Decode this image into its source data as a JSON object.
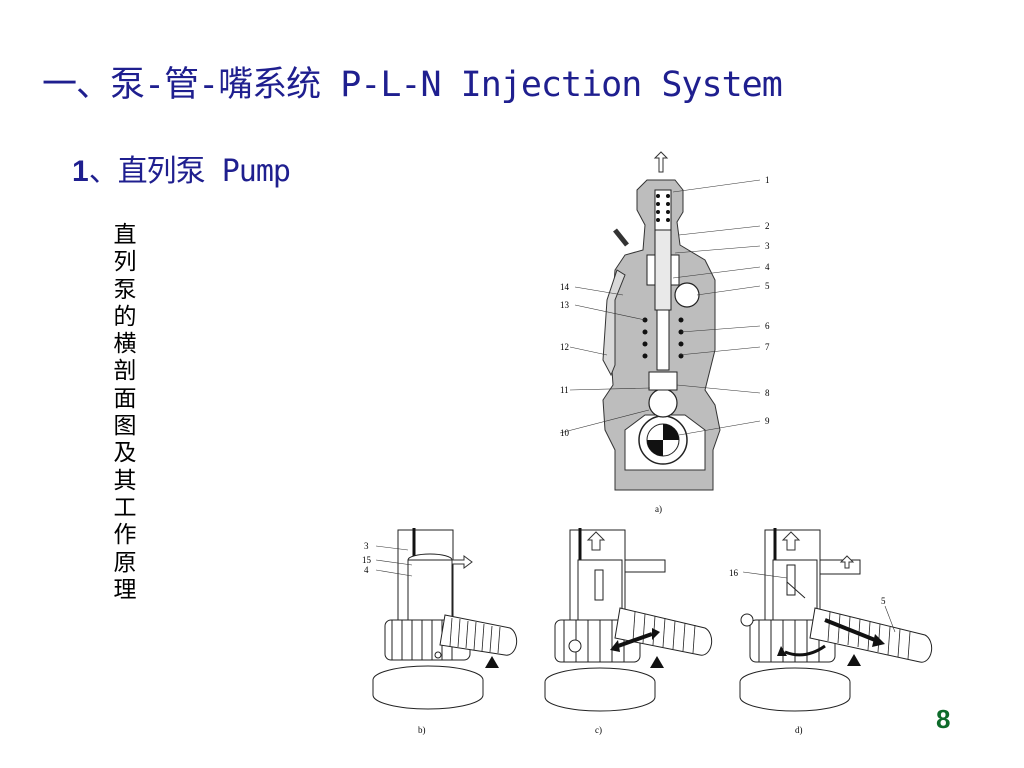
{
  "slide": {
    "title": "一、泵-管-嘴系统 P-L-N Injection System",
    "subtitle_num": "1",
    "subtitle_text": "、直列泵 Pump",
    "vertical_caption": [
      "直",
      "列",
      "泵",
      "的",
      "横",
      "剖",
      "面",
      "图",
      "及",
      "其",
      "工",
      "作",
      "原",
      "理"
    ],
    "page_number": "8"
  },
  "figure": {
    "main_labels": [
      "1",
      "2",
      "3",
      "4",
      "5",
      "6",
      "7",
      "8",
      "9",
      "10",
      "11",
      "12",
      "13",
      "14"
    ],
    "main_caption": "a)",
    "sub_b": {
      "caption": "b)",
      "labels": [
        "3",
        "15",
        "4"
      ]
    },
    "sub_c": {
      "caption": "c)"
    },
    "sub_d": {
      "caption": "d)",
      "labels": [
        "16",
        "5"
      ]
    }
  }
}
